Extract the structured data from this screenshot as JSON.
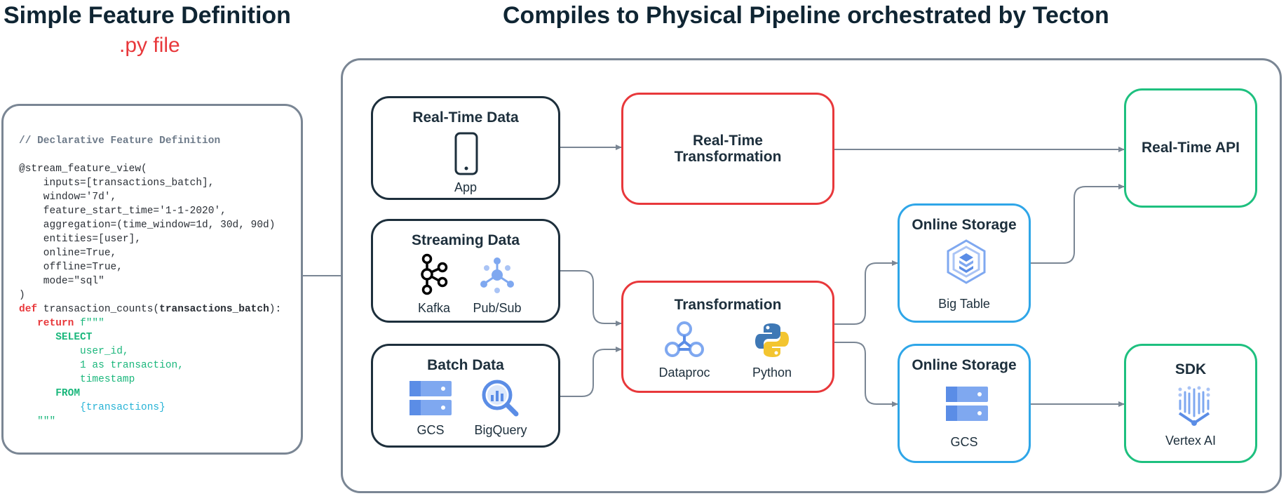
{
  "left_title": "Simple Feature Definition",
  "left_subtitle": ".py file",
  "right_title": "Compiles to Physical Pipeline orchestrated by Tecton",
  "code": {
    "comment": "// Declarative Feature Definition",
    "line_decorator": "@stream_feature_view(",
    "line_inputs": "    inputs=[transactions_batch],",
    "line_window": "    window='7d',",
    "line_start": "    feature_start_time='1-1-2020',",
    "line_agg": "    aggregation=(time_window=1d, 30d, 90d)",
    "line_entities": "    entities=[user],",
    "line_online": "    online=True,",
    "line_offline": "    offline=True,",
    "line_mode": "    mode=\"sql\"",
    "line_close": ")",
    "def_kw": "def",
    "def_name": " transaction_counts(",
    "def_param": "transactions_batch",
    "def_end": "):",
    "return_indent": "   ",
    "return_kw": "return",
    "return_str": " f\"\"\"",
    "select": "SELECT",
    "col_user": "user_id,",
    "col_txn": "1 as transaction,",
    "col_ts": "timestamp",
    "from": "FROM",
    "table": "{transactions}",
    "close_str": "\"\"\""
  },
  "nodes": {
    "realtime_data": {
      "title": "Real-Time Data",
      "label": "App"
    },
    "streaming_data": {
      "title": "Streaming Data",
      "label_kafka": "Kafka",
      "label_pubsub": "Pub/Sub"
    },
    "batch_data": {
      "title": "Batch Data",
      "label_gcs": "GCS",
      "label_bigquery": "BigQuery"
    },
    "rt_transform": {
      "title_line1": "Real-Time",
      "title_line2": "Transformation"
    },
    "transform": {
      "title": "Transformation",
      "label_dataproc": "Dataproc",
      "label_python": "Python"
    },
    "online_bigtable": {
      "title": "Online Storage",
      "label": "Big Table"
    },
    "online_gcs": {
      "title": "Online Storage",
      "label": "GCS"
    },
    "rt_api": {
      "title": "Real-Time API"
    },
    "sdk": {
      "title": "SDK",
      "label": "Vertex AI"
    }
  },
  "colors": {
    "dark": "#1d2f3c",
    "red": "#e8383b",
    "blue": "#2fa6e8",
    "green": "#1ec07f",
    "gray": "#7a8694",
    "gcp_blue": "#7fa8f0"
  }
}
